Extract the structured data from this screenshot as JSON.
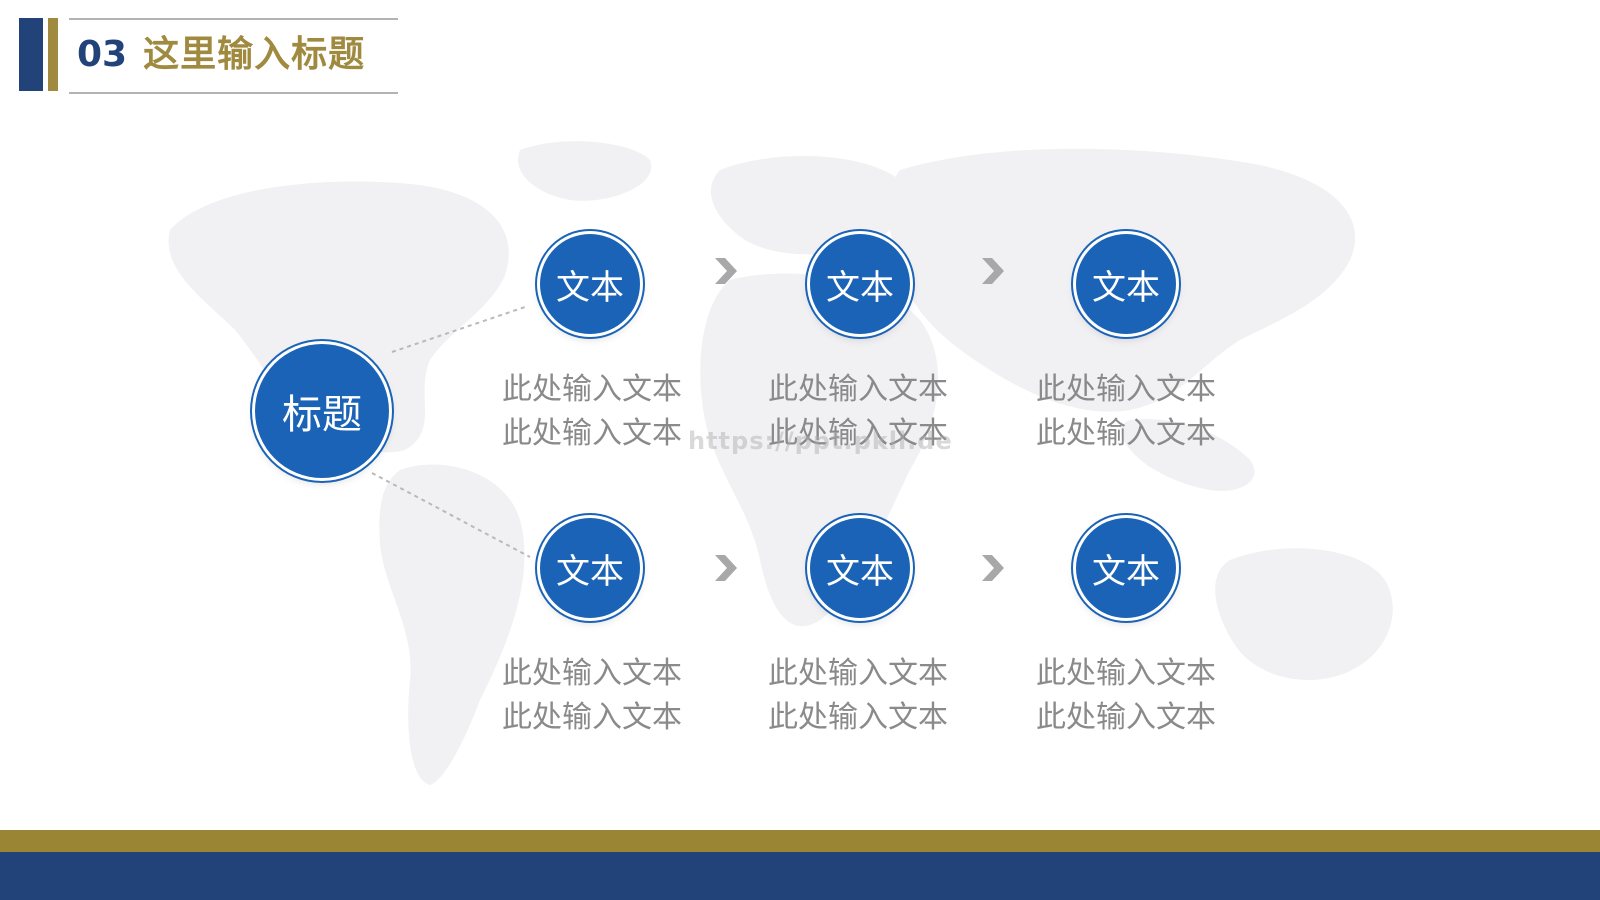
{
  "header": {
    "number": "03",
    "title": "这里输入标题"
  },
  "hub": {
    "label": "标题"
  },
  "rows": [
    {
      "steps": [
        {
          "circle": "文本",
          "lines": [
            "此处输入文本",
            "此处输入文本"
          ]
        },
        {
          "circle": "文本",
          "lines": [
            "此处输入文本",
            "此处输入文本"
          ]
        },
        {
          "circle": "文本",
          "lines": [
            "此处输入文本",
            "此处输入文本"
          ]
        }
      ]
    },
    {
      "steps": [
        {
          "circle": "文本",
          "lines": [
            "此处输入文本",
            "此处输入文本"
          ]
        },
        {
          "circle": "文本",
          "lines": [
            "此处输入文本",
            "此处输入文本"
          ]
        },
        {
          "circle": "文本",
          "lines": [
            "此处输入文本",
            "此处输入文本"
          ]
        }
      ]
    }
  ],
  "watermark": "https://ppt.pkll.de",
  "colors": {
    "navy": "#22427a",
    "gold": "#a08a3f",
    "circle_blue": "#1b63b6",
    "text_gray": "#8a8a8a",
    "chevron_gray": "#a8a8a8"
  }
}
